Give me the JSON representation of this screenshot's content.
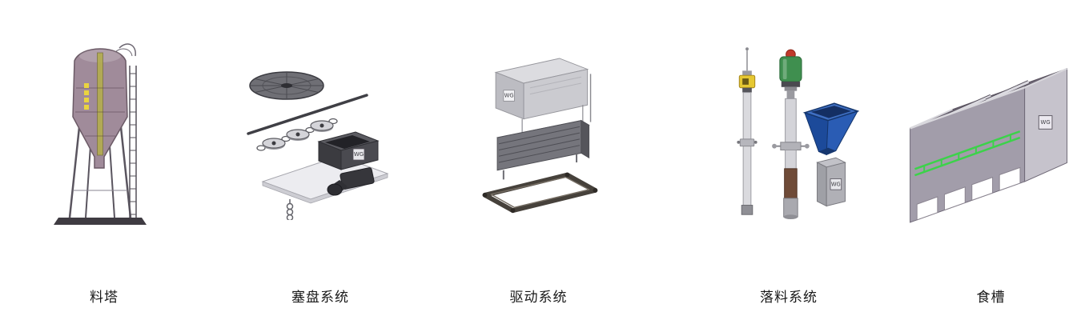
{
  "brand": {
    "logo_text": "WG"
  },
  "products": [
    {
      "id": "feed-silo",
      "label": "料塔"
    },
    {
      "id": "plug-disc-system",
      "label": "塞盘系统"
    },
    {
      "id": "drive-system",
      "label": "驱动系统"
    },
    {
      "id": "drop-feeding-system",
      "label": "落料系统"
    },
    {
      "id": "feed-trough",
      "label": "食槽"
    }
  ],
  "colors": {
    "background": "#ffffff",
    "label_text": "#1a1a1a",
    "silo_body": "#a08b9a",
    "hopper_blue": "#1c4a9a",
    "motor_green": "#3f8f4f",
    "sensor_yellow": "#e6c832",
    "stripe_green": "#3cd24a"
  }
}
